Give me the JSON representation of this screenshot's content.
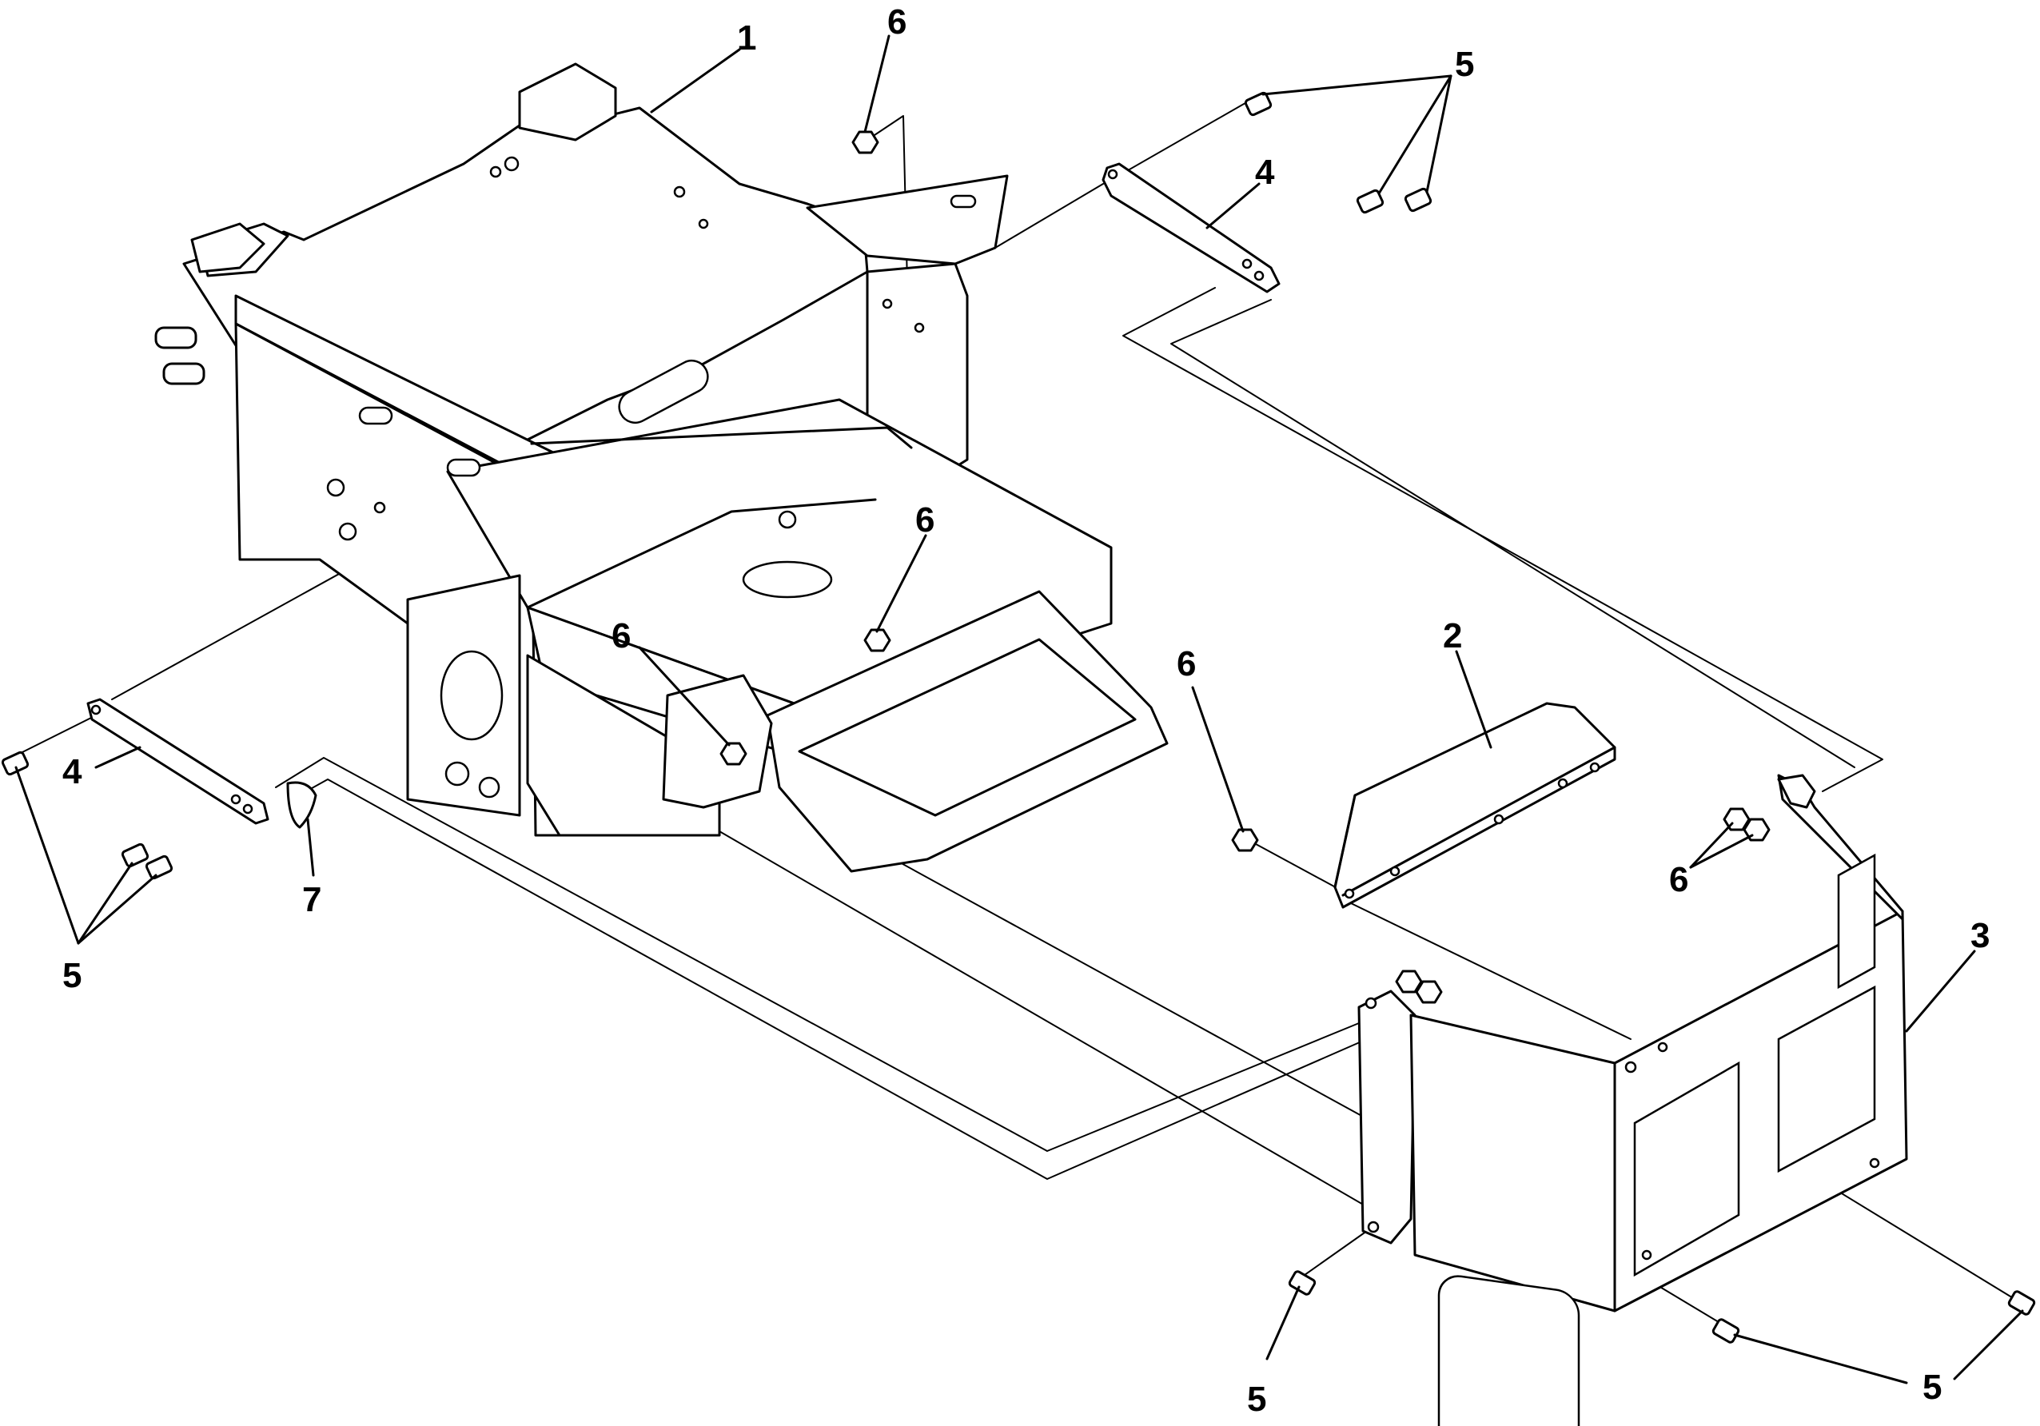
{
  "callouts": {
    "c1": "1",
    "c2": "2",
    "c3": "3",
    "c4_right": "4",
    "c4_left": "4",
    "c5_top": "5",
    "c5_left": "5",
    "c5_bottom_left": "5",
    "c5_bottom_right": "5",
    "c6_top": "6",
    "c6_mid": "6",
    "c6_left_mid": "6",
    "c6_center": "6",
    "c6_right": "6",
    "c7": "7"
  }
}
